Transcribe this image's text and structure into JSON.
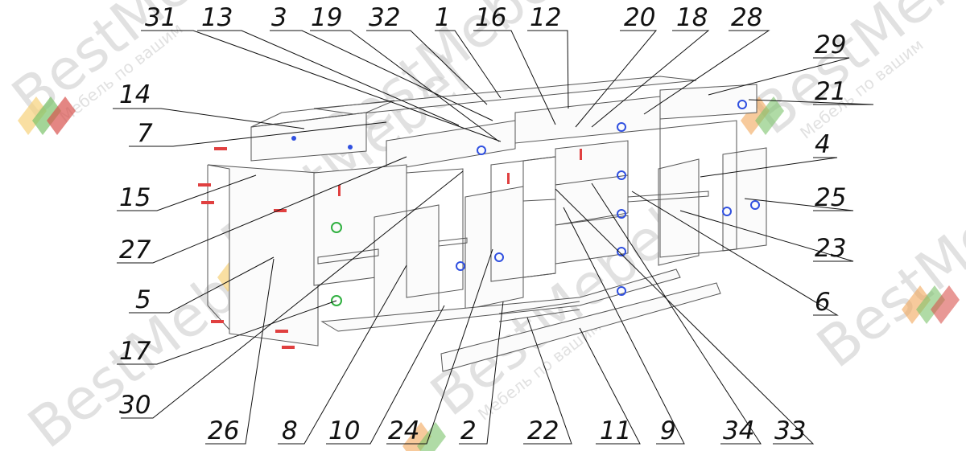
{
  "watermark": {
    "brand": "BestMebel",
    "tagline": "Мебель по вашим",
    "colors": [
      "#f2a65a",
      "#f7d27a",
      "#7cc36b",
      "#d9534f"
    ]
  },
  "callouts": {
    "top": [
      "31",
      "13",
      "3",
      "19",
      "32",
      "1",
      "16",
      "12",
      "20",
      "18",
      "28"
    ],
    "left": [
      "14",
      "7",
      "15",
      "27",
      "5",
      "17",
      "30"
    ],
    "right": [
      "29",
      "21",
      "4",
      "25",
      "23",
      "6"
    ],
    "bottom": [
      "26",
      "8",
      "10",
      "24",
      "2",
      "22",
      "11",
      "9",
      "34",
      "33"
    ]
  },
  "colors": {
    "line": "#111111",
    "part": "#555555",
    "fastener_red": "#e04040",
    "fastener_blue": "#3050e0",
    "fastener_green": "#30b040"
  }
}
